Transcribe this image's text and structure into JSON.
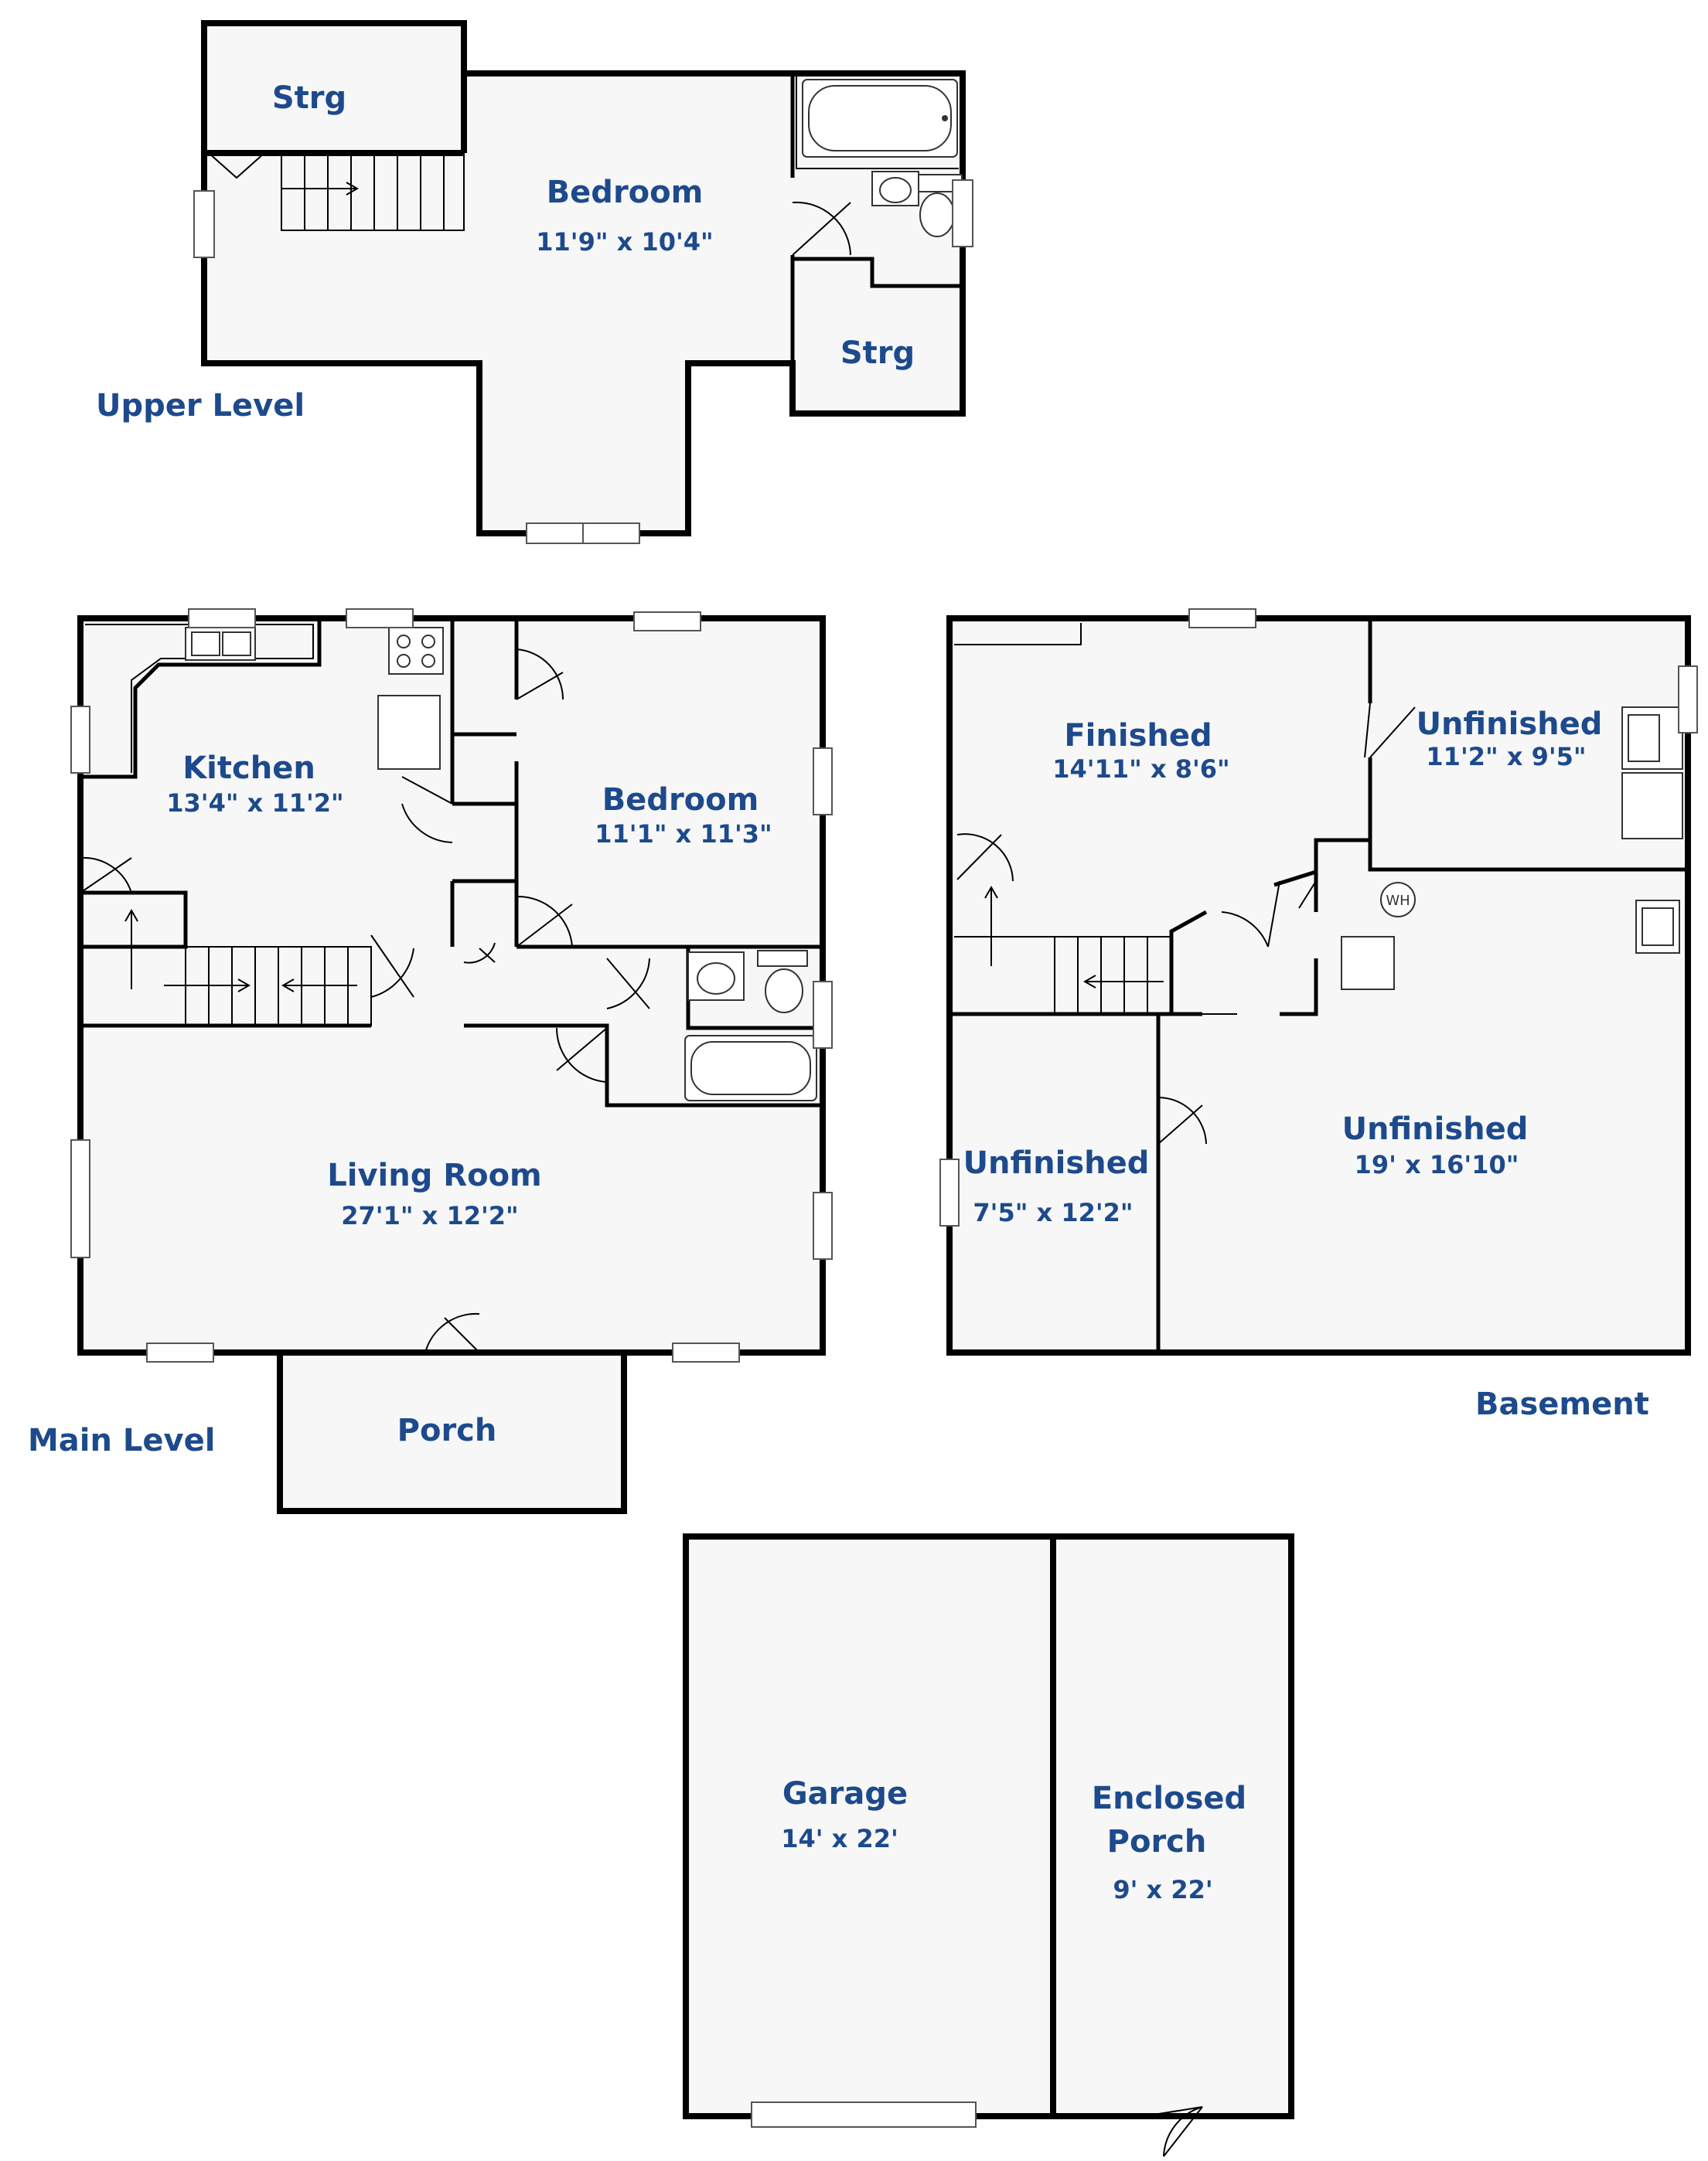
{
  "levels": {
    "upper": {
      "label": "Upper Level"
    },
    "main": {
      "label": "Main Level"
    },
    "basement": {
      "label": "Basement"
    }
  },
  "rooms": {
    "upper_strg_a": {
      "title": "Strg"
    },
    "upper_bedroom": {
      "title": "Bedroom",
      "dims": "11'9\" x 10'4\""
    },
    "upper_strg_b": {
      "title": "Strg"
    },
    "kitchen": {
      "title": "Kitchen",
      "dims": "13'4\" x 11'2\""
    },
    "main_bedroom": {
      "title": "Bedroom",
      "dims": "11'1\" x 11'3\""
    },
    "living_room": {
      "title": "Living Room",
      "dims": "27'1\" x 12'2\""
    },
    "porch": {
      "title": "Porch"
    },
    "finished": {
      "title": "Finished",
      "dims": "14'11\" x 8'6\""
    },
    "unfinished_ne": {
      "title": "Unfinished",
      "dims": "11'2\" x 9'5\""
    },
    "unfinished_sw": {
      "title": "Unfinished",
      "dims": "7'5\" x 12'2\""
    },
    "unfinished_main": {
      "title": "Unfinished",
      "dims": "19' x 16'10\""
    },
    "garage": {
      "title": "Garage",
      "dims": "14' x 22'"
    },
    "enclosed_porch": {
      "title_line1": "Enclosed",
      "title_line2": "Porch",
      "dims": "9' x 22'"
    }
  },
  "fixtures": {
    "water_heater": {
      "label": "WH"
    }
  },
  "colors": {
    "label": "#1d4a8c",
    "wall": "#000000",
    "floor": "#f7f7f7"
  }
}
